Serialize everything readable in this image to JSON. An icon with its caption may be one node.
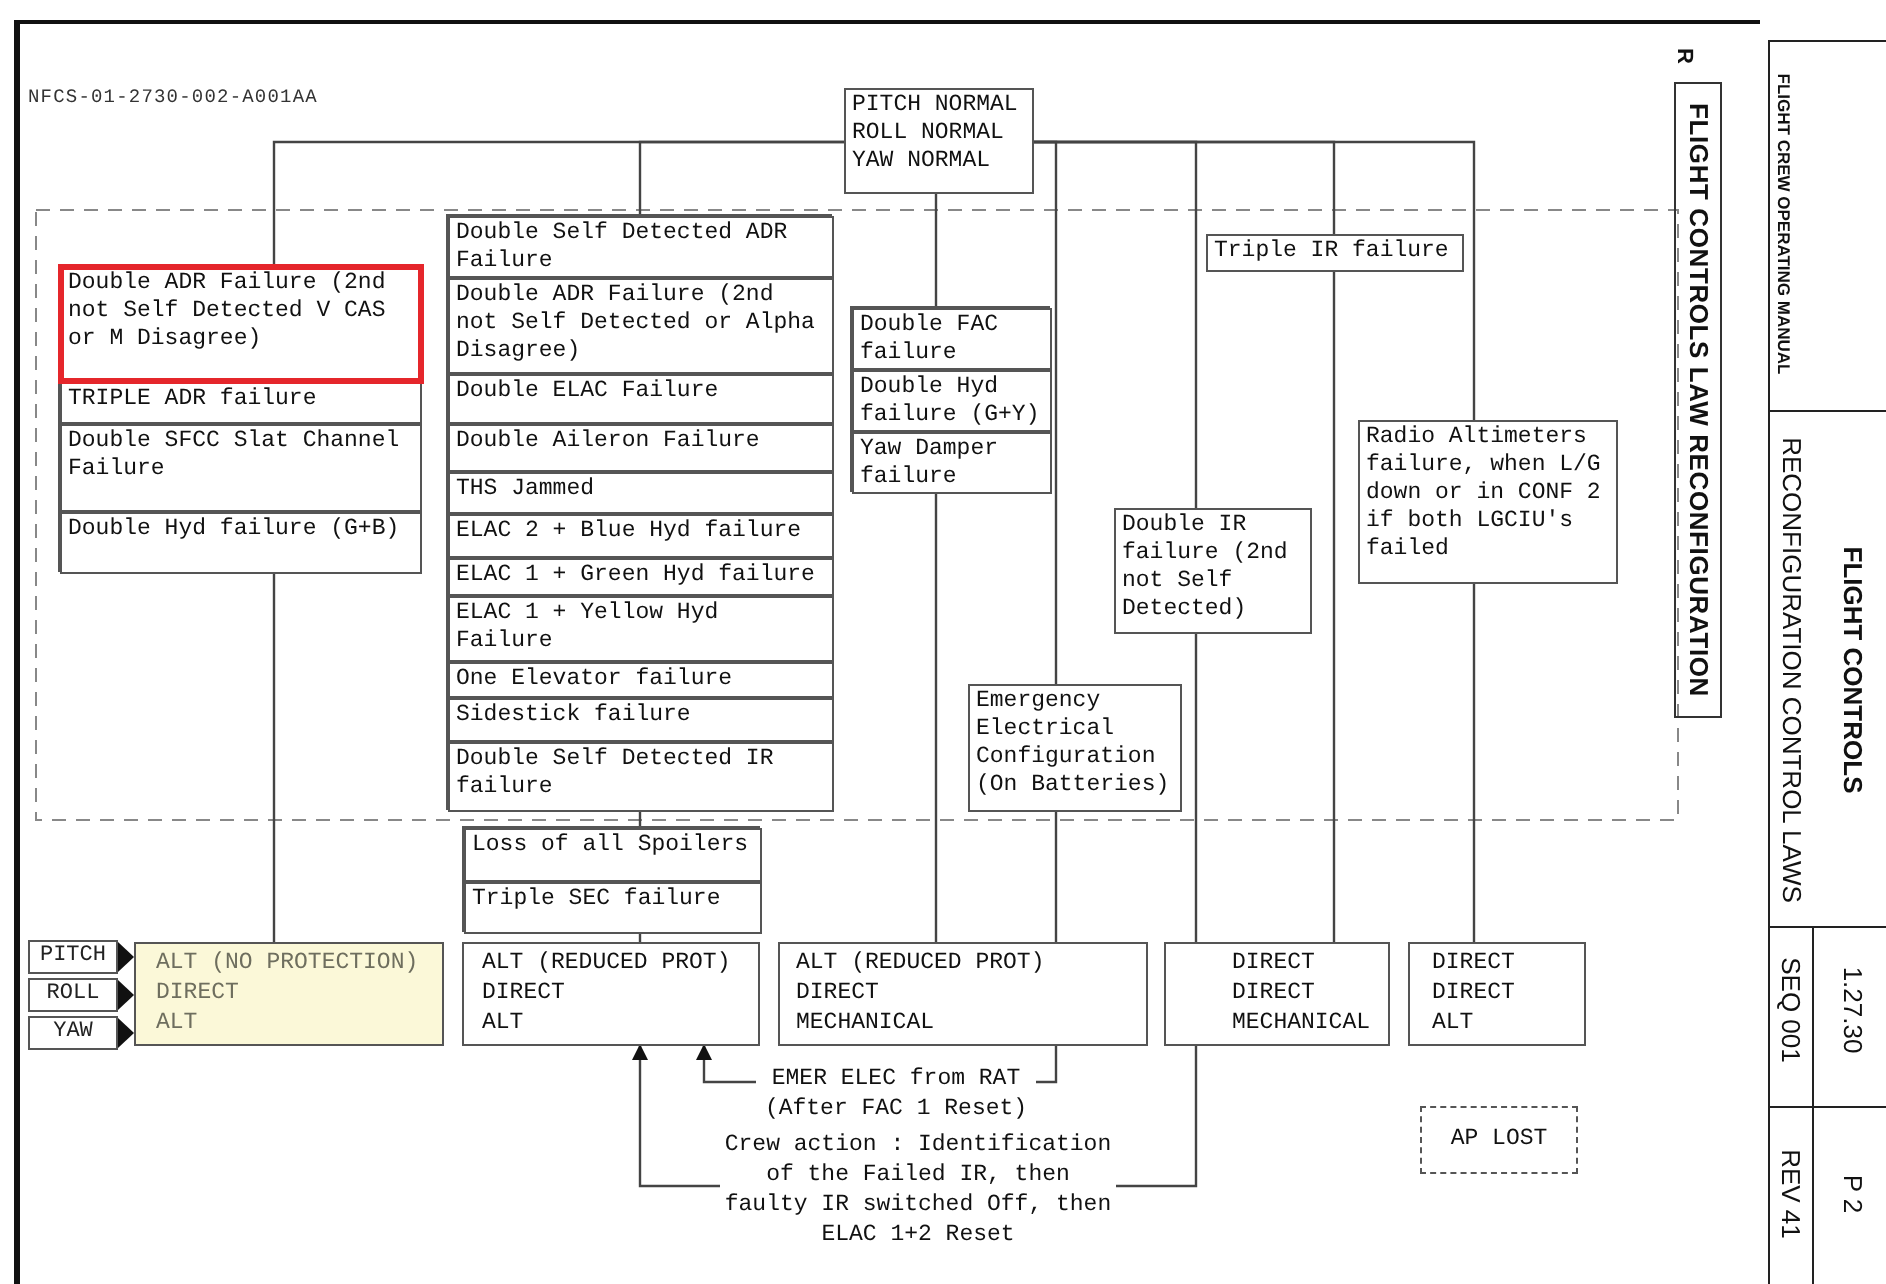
{
  "diagram": {
    "title": "FLIGHT CONTROLS LAW RECONFIGURATION",
    "nodes": [
      {
        "text": [
          "PITCH NORMAL ROLL NORMAL YAW NORMAL"
        ]
      },
      {
        "text": [],
        "shape": "box"
      },
      {
        "text": [
          "Double ADR Failure (2nd not Self Detected V CAS or M Disagree)"
        ],
        "in": 1
      },
      {
        "text": [
          "TRIPLE ADR failure"
        ],
        "in": 1
      },
      {
        "text": [
          "Double SFCC Slat Channel Failure"
        ],
        "in": 1
      },
      {
        "text": [
          "Double Hyd failure (G+B)"
        ],
        "in": 1
      },
      {
        "text": [],
        "shape": "box"
      },
      {
        "text": [
          "Double Self Detected ADR Failure"
        ],
        "in": 6
      },
      {
        "text": [
          "Double ADR Failure (2nd not Self Detected or Alpha Disagree)"
        ],
        "in": 6
      },
      {
        "text": [
          "Double ELAC Failure"
        ],
        "in": 6
      },
      {
        "text": [
          "Double Aileron Failure"
        ],
        "in": 6
      },
      {
        "text": [
          "THS Jammed"
        ],
        "in": 6
      },
      {
        "text": [
          "ELAC 2 + Blue Hyd failure"
        ],
        "in": 6
      },
      {
        "text": [
          "ELAC 1 + Green Hyd failure"
        ],
        "in": 6
      },
      {
        "text": [
          "ELAC 1 + Yellow Hyd Failure"
        ],
        "in": 6
      },
      {
        "text": [
          "One Elevator failure"
        ],
        "in": 6
      },
      {
        "text": [
          "Sidestick failure"
        ],
        "in": 6
      },
      {
        "text": [
          "Double Self Detected IR failure"
        ],
        "in": 6
      },
      {
        "text": [],
        "shape": "box"
      },
      {
        "text": [
          "Loss of all Spoilers"
        ],
        "in": 18
      },
      {
        "text": [
          "Triple SEC failure"
        ],
        "in": 18
      },
      {
        "text": [],
        "shape": "box"
      },
      {
        "text": [
          "Double FAC failure"
        ],
        "in": 21
      },
      {
        "text": [
          "Double Hyd failure (G+Y)"
        ],
        "in": 21
      },
      {
        "text": [
          "Yaw Damper failure"
        ],
        "in": 21
      },
      {
        "text": [
          "Triple IR failure"
        ]
      },
      {
        "text": [
          "Double IR failure (2nd not Self Detected)"
        ]
      },
      {
        "text": [
          "Radio Altimeters failure, when L/G down or in CONF 2 if both LGCIU's failed"
        ]
      },
      {
        "text": [
          "Emergency Electrical Configuration (On Batteries)"
        ]
      },
      {
        "text": [
          "PITCH"
        ]
      },
      {
        "text": [
          "ROLL"
        ]
      },
      {
        "text": [
          "YAW"
        ]
      },
      {
        "text": [
          "ALT (NO PROTECTION)",
          "DIRECT",
          "ALT"
        ]
      },
      {
        "text": [
          "ALT (REDUCED PROT)",
          "DIRECT",
          "ALT"
        ]
      },
      {
        "text": [
          "ALT (REDUCED PROT)",
          "DIRECT",
          "MECHANICAL"
        ]
      },
      {
        "text": [
          "DIRECT",
          "DIRECT",
          "MECHANICAL"
        ]
      },
      {
        "text": [
          "DIRECT",
          "DIRECT",
          "ALT"
        ]
      },
      {
        "text": [
          "EMER ELEC from RAT (After FAC 1 Reset)"
        ]
      },
      {
        "text": [
          "Crew action : Identification of the Failed IR, then faulty IR switched Off, then ELAC 1+2 Reset"
        ]
      },
      {
        "text": [
          "AP LOST"
        ]
      }
    ],
    "edges": [
      {
        "from": 0,
        "to": 1,
        "arrow": "none"
      },
      {
        "from": 0,
        "to": 6,
        "arrow": "none"
      },
      {
        "from": 0,
        "to": 21,
        "arrow": "none"
      },
      {
        "from": 0,
        "to": 28,
        "arrow": "none"
      },
      {
        "from": 0,
        "to": 26,
        "arrow": "none"
      },
      {
        "from": 0,
        "to": 25,
        "arrow": "none"
      },
      {
        "from": 0,
        "to": 27,
        "arrow": "none"
      },
      {
        "from": 1,
        "to": 32,
        "arrow": "none"
      },
      {
        "from": 6,
        "to": 18,
        "arrow": "none"
      },
      {
        "from": 18,
        "to": 33,
        "arrow": "none"
      },
      {
        "from": 21,
        "to": 34,
        "arrow": "none"
      },
      {
        "from": 28,
        "to": 34,
        "arrow": "none"
      },
      {
        "from": 34,
        "to": 37,
        "arrow": "none"
      },
      {
        "from": 37,
        "to": 33,
        "arrow": "to"
      },
      {
        "from": 25,
        "to": 35,
        "arrow": "none"
      },
      {
        "from": 26,
        "to": 35,
        "arrow": "none"
      },
      {
        "from": 35,
        "to": 38,
        "arrow": "none"
      },
      {
        "from": 38,
        "to": 33,
        "arrow": "to"
      },
      {
        "from": 27,
        "to": 36,
        "arrow": "none"
      }
    ],
    "labels": [
      "R",
      "NFCS-01-2730-002-A001AA",
      "FLIGHT CREW OPERATING MANUAL",
      "FLIGHT CONTROLS",
      "RECONFIGURATION CONTROL LAWS",
      "1.27.30",
      "SEQ 001",
      "P 2",
      "REV 41"
    ]
  }
}
